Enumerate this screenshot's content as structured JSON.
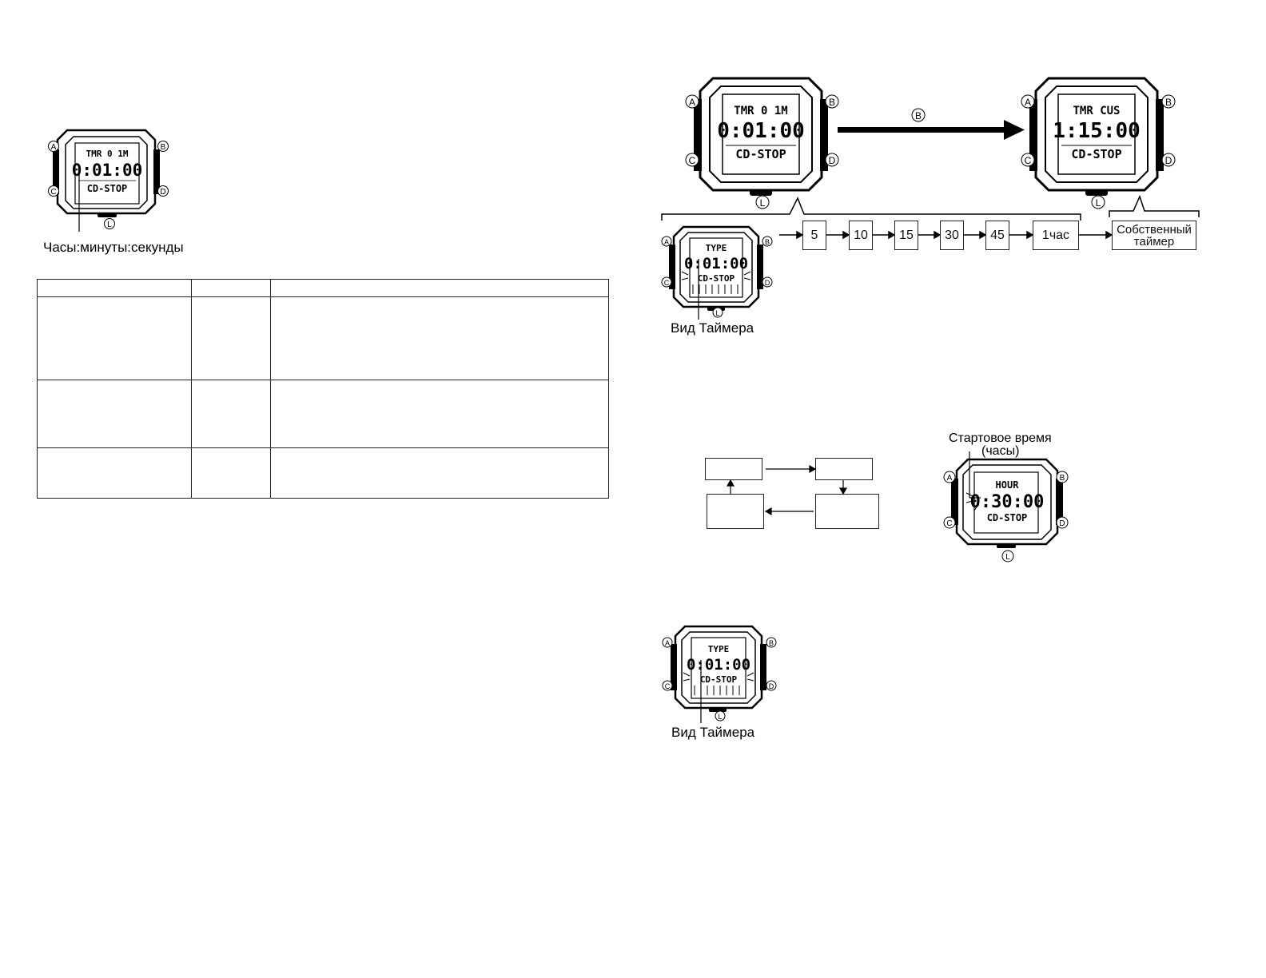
{
  "buttons": {
    "a": "A",
    "b": "B",
    "c": "C",
    "d": "D",
    "l": "L"
  },
  "watch_small": {
    "top": "TMR 0 1M",
    "time": "0:01:00",
    "bottom": "CD-STOP",
    "caption": "Часы:минуты:секунды"
  },
  "watch_left_big": {
    "top": "TMR 0 1M",
    "time": "0:01:00",
    "bottom": "CD-STOP"
  },
  "watch_right_big": {
    "top": "TMR CUS",
    "time": "1:15:00",
    "bottom": "CD-STOP"
  },
  "arrow_label": "B",
  "watch_type": {
    "top": "TYPE",
    "time": "0:01:00",
    "bottom": "CD-STOP",
    "caption": "Вид Таймера"
  },
  "steps": [
    "5",
    "10",
    "15",
    "30",
    "45",
    "1час"
  ],
  "custom_box": {
    "line1": "Собственный",
    "line2": "таймер"
  },
  "watch_hour": {
    "label_line1": "Стартовое время",
    "label_line2": "(часы)",
    "top": "HOUR",
    "time": "0:30:00",
    "bottom": "CD-STOP"
  },
  "watch_type2": {
    "top": "TYPE",
    "time": "0:01:00",
    "bottom": "CD-STOP",
    "caption": "Вид Таймера"
  },
  "table": {
    "header": [
      "",
      "",
      ""
    ],
    "rows": [
      [
        "",
        "",
        ""
      ],
      [
        "",
        "",
        ""
      ],
      [
        "",
        "",
        ""
      ]
    ]
  }
}
